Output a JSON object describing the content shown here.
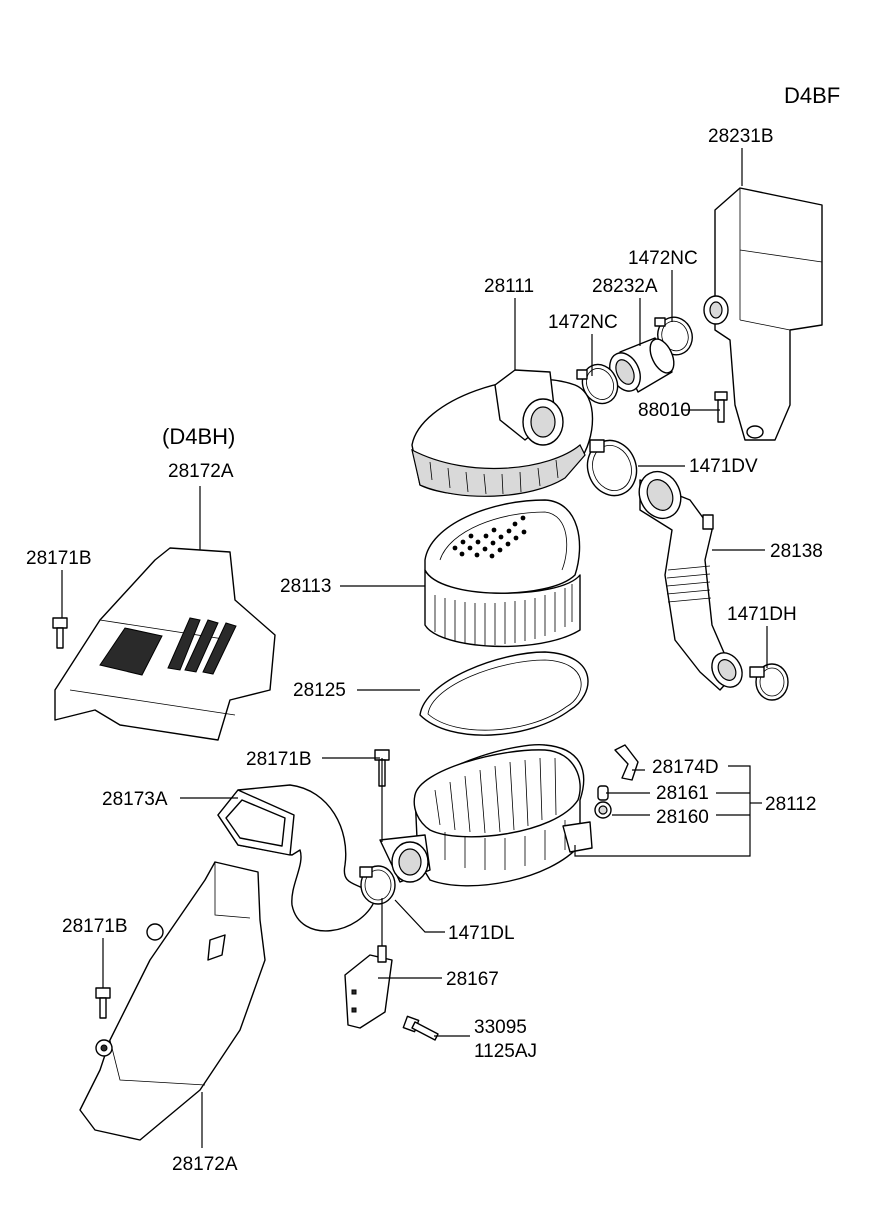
{
  "labels": {
    "engine_top": "D4BF",
    "res_tank": "28231B",
    "clamp_nc_a": "1472NC",
    "clamp_nc_b": "1472NC",
    "hose_232a": "28232A",
    "cover_111": "28111",
    "bolt_88010": "88010",
    "clamp_dv": "1471DV",
    "hose_138": "28138",
    "clamp_dh": "1471DH",
    "engine_mid": "(D4BH)",
    "duct_172a_top": "28172A",
    "bolt_171b_a": "28171B",
    "element_113": "28113",
    "gasket_125": "28125",
    "bolt_171b_b": "28171B",
    "bracket_174d": "28174D",
    "grommet_161": "28161",
    "body_112": "28112",
    "grommet_160": "28160",
    "duct_173a": "28173A",
    "bolt_171b_c": "28171B",
    "clamp_dl": "1471DL",
    "bracket_167": "28167",
    "bolt_33095": "33095",
    "bolt_1125aj": "1125AJ",
    "duct_172a_bottom": "28172A"
  }
}
